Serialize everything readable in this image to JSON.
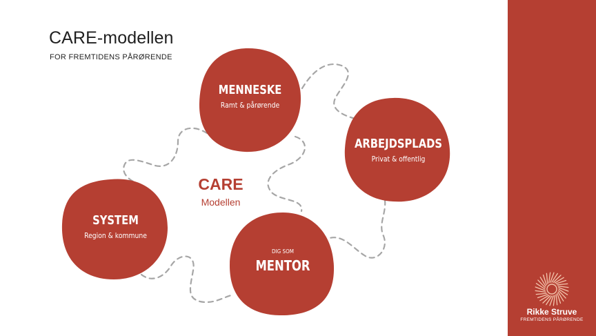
{
  "header": {
    "title": "CARE-modellen",
    "subtitle": "FOR FREMTIDENS PÅRØRENDE"
  },
  "center": {
    "title": "CARE",
    "subtitle": "Modellen"
  },
  "nodes": {
    "menneske": {
      "title": "MENNESKE",
      "subtitle": "Ramt & pårørende"
    },
    "arbejdsplads": {
      "title": "ARBEJDSPLADS",
      "subtitle": "Privat & offentlig"
    },
    "system": {
      "title": "SYSTEM",
      "subtitle": "Region & kommune"
    },
    "mentor": {
      "pretitle": "DIG SOM",
      "title": "MENTOR"
    }
  },
  "brand": {
    "name": "Rikke Struve",
    "tagline": "FREMTIDENS PÅRØRENDE"
  },
  "colors": {
    "accent": "#b53f32",
    "path": "#a6a6a6",
    "text": "#1f1f1f",
    "background": "#ffffff"
  },
  "icons": {
    "logo": "sunburst-logo-icon"
  }
}
